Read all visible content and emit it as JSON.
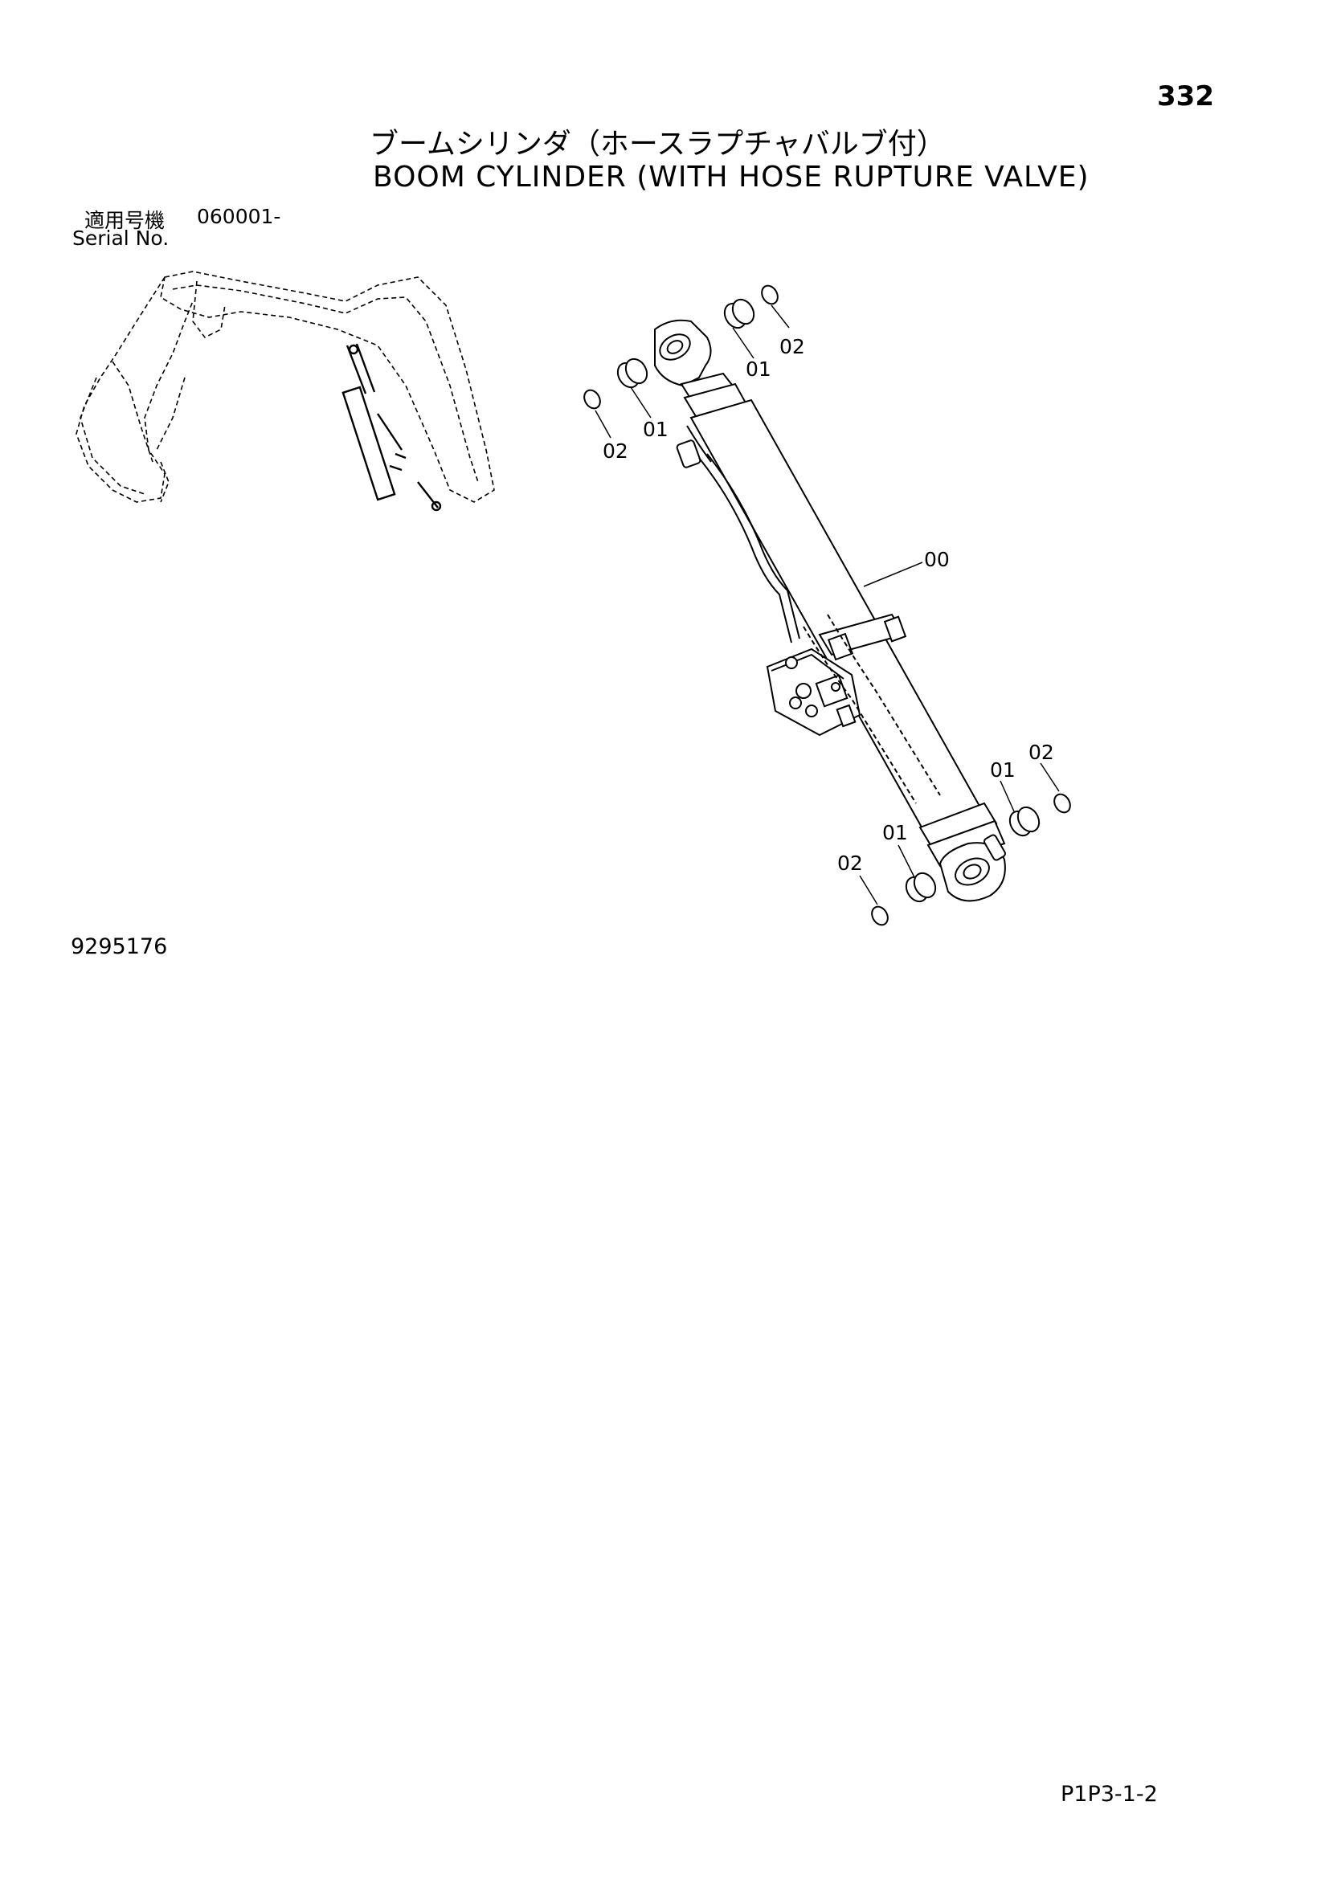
{
  "page_number": "332",
  "title_jp": "ブームシリンダ（ホースラプチャバルブ付）",
  "title_en": "BOOM CYLINDER (WITH HOSE RUPTURE VALVE)",
  "serial": {
    "label_jp": "適用号機",
    "value": "060001-",
    "label_en": "Serial No."
  },
  "drawing_number": "9295176",
  "page_code": "P1P3-1-2",
  "callouts": {
    "c00": "00",
    "c01": "01",
    "c02": "02"
  }
}
